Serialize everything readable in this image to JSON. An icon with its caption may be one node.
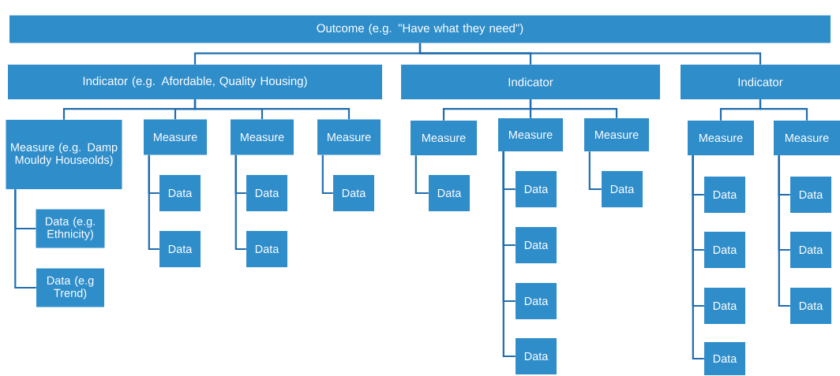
{
  "diagram": {
    "nodes": [
      {
        "text": [
          "Outcome (e.g. \"Have what they need\")"
        ]
      },
      {
        "text": [
          "Indicator (e.g. Afordable, Quality Housing)"
        ]
      },
      {
        "text": [
          "Indicator"
        ]
      },
      {
        "text": [
          "Indicator"
        ]
      },
      {
        "text": [
          "Measure (e.g. Damp Mouldy Houseolds)"
        ]
      },
      {
        "text": [
          "Measure"
        ]
      },
      {
        "text": [
          "Measure"
        ]
      },
      {
        "text": [
          "Measure"
        ]
      },
      {
        "text": [
          "Measure"
        ]
      },
      {
        "text": [
          "Measure"
        ]
      },
      {
        "text": [
          "Measure"
        ]
      },
      {
        "text": [
          "Measure"
        ]
      },
      {
        "text": [
          "Measure"
        ]
      },
      {
        "text": [
          "Data (e.g. Ethnicity)"
        ]
      },
      {
        "text": [
          "Data (e.g Trend)"
        ]
      },
      {
        "text": [
          "Data"
        ]
      },
      {
        "text": [
          "Data"
        ]
      },
      {
        "text": [
          "Data"
        ]
      },
      {
        "text": [
          "Data"
        ]
      },
      {
        "text": [
          "Data"
        ]
      },
      {
        "text": [
          "Data"
        ]
      },
      {
        "text": [
          "Data"
        ]
      },
      {
        "text": [
          "Data"
        ]
      },
      {
        "text": [
          "Data"
        ]
      },
      {
        "text": [
          "Data"
        ]
      },
      {
        "text": [
          "Data"
        ]
      },
      {
        "text": [
          "Data"
        ]
      },
      {
        "text": [
          "Data"
        ]
      },
      {
        "text": [
          "Data"
        ]
      },
      {
        "text": [
          "Data"
        ]
      },
      {
        "text": [
          "Data"
        ]
      },
      {
        "text": [
          "Data"
        ]
      },
      {
        "text": [
          "Data"
        ]
      }
    ],
    "edges": [
      {
        "from": 0,
        "to": 1,
        "arrow": "none"
      },
      {
        "from": 0,
        "to": 2,
        "arrow": "none"
      },
      {
        "from": 0,
        "to": 3,
        "arrow": "none"
      },
      {
        "from": 1,
        "to": 4,
        "arrow": "none"
      },
      {
        "from": 1,
        "to": 5,
        "arrow": "none"
      },
      {
        "from": 1,
        "to": 6,
        "arrow": "none"
      },
      {
        "from": 1,
        "to": 7,
        "arrow": "none"
      },
      {
        "from": 2,
        "to": 8,
        "arrow": "none"
      },
      {
        "from": 2,
        "to": 9,
        "arrow": "none"
      },
      {
        "from": 2,
        "to": 10,
        "arrow": "none"
      },
      {
        "from": 3,
        "to": 11,
        "arrow": "none"
      },
      {
        "from": 3,
        "to": 12,
        "arrow": "none"
      },
      {
        "from": 4,
        "to": 13,
        "arrow": "none"
      },
      {
        "from": 4,
        "to": 14,
        "arrow": "none"
      },
      {
        "from": 5,
        "to": 15,
        "arrow": "none"
      },
      {
        "from": 5,
        "to": 16,
        "arrow": "none"
      },
      {
        "from": 6,
        "to": 17,
        "arrow": "none"
      },
      {
        "from": 6,
        "to": 18,
        "arrow": "none"
      },
      {
        "from": 7,
        "to": 19,
        "arrow": "none"
      },
      {
        "from": 8,
        "to": 20,
        "arrow": "none"
      },
      {
        "from": 9,
        "to": 21,
        "arrow": "none"
      },
      {
        "from": 9,
        "to": 22,
        "arrow": "none"
      },
      {
        "from": 9,
        "to": 23,
        "arrow": "none"
      },
      {
        "from": 9,
        "to": 24,
        "arrow": "none"
      },
      {
        "from": 10,
        "to": 25,
        "arrow": "none"
      },
      {
        "from": 11,
        "to": 26,
        "arrow": "none"
      },
      {
        "from": 11,
        "to": 27,
        "arrow": "none"
      },
      {
        "from": 11,
        "to": 28,
        "arrow": "none"
      },
      {
        "from": 11,
        "to": 29,
        "arrow": "none"
      },
      {
        "from": 12,
        "to": 30,
        "arrow": "none"
      },
      {
        "from": 12,
        "to": 31,
        "arrow": "none"
      },
      {
        "from": 12,
        "to": 32,
        "arrow": "none"
      }
    ]
  }
}
